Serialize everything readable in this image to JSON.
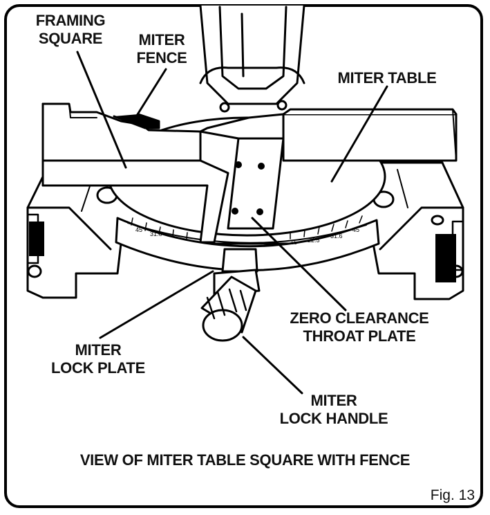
{
  "labels": {
    "framing_square": [
      "FRAMING",
      "SQUARE"
    ],
    "miter_fence": [
      "MITER",
      "FENCE"
    ],
    "miter_table": [
      "MITER TABLE"
    ],
    "zero_clearance": [
      "ZERO CLEARANCE",
      "THROAT PLATE"
    ],
    "miter_lock_plate": [
      "MITER",
      "LOCK PLATE"
    ],
    "miter_lock_handle": [
      "MITER",
      "LOCK HANDLE"
    ]
  },
  "scale_marks": [
    "45",
    "31.6",
    "22.5",
    "15",
    "15",
    "22.5",
    "31.6",
    "45"
  ],
  "caption": "VIEW OF MITER TABLE SQUARE WITH FENCE",
  "figure_number": "Fig. 13"
}
